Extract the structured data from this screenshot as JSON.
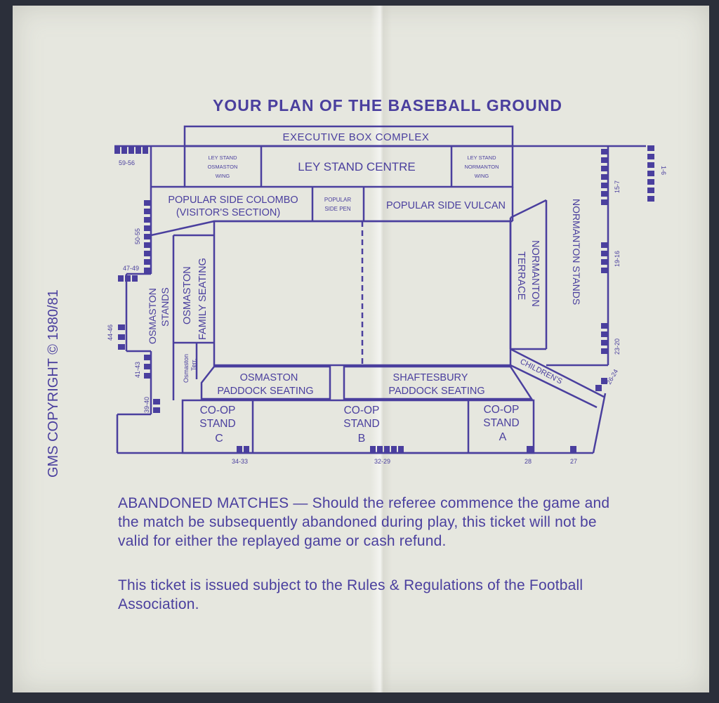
{
  "plan": {
    "title": "YOUR PLAN OF THE BASEBALL GROUND",
    "copyright": "GMS COPYRIGHT © 1980/81",
    "sections": {
      "executive": "EXECUTIVE BOX COMPLEX",
      "ley_osmaston": [
        "LEY STAND",
        "OSMASTON",
        "WING"
      ],
      "ley_centre": "LEY STAND CENTRE",
      "ley_normanton": [
        "LEY STAND",
        "NORMANTON",
        "WING"
      ],
      "colombo": [
        "POPULAR SIDE COLOMBO",
        "(VISITOR'S SECTION)"
      ],
      "side_pen": [
        "POPULAR",
        "SIDE PEN"
      ],
      "vulcan": "POPULAR SIDE VULCAN",
      "normanton_stands": "NORMANTON STANDS",
      "normanton_terrace": [
        "NORMANTON",
        "TERRACE"
      ],
      "osmaston_family": [
        "OSMASTON",
        "FAMILY SEATING"
      ],
      "osmaston_stands": [
        "OSMASTON",
        "STANDS"
      ],
      "osmaston_terr": [
        "Osmaston",
        "Terr."
      ],
      "osmaston_paddock": [
        "OSMASTON",
        "PADDOCK SEATING"
      ],
      "shaftesbury": [
        "SHAFTESBURY",
        "PADDOCK SEATING"
      ],
      "childrens": "CHILDREN'S",
      "coop_c": [
        "CO-OP",
        "STAND",
        "C"
      ],
      "coop_b": [
        "CO-OP",
        "STAND",
        "B"
      ],
      "coop_a": [
        "CO-OP",
        "STAND",
        "A"
      ]
    },
    "gates": {
      "g59_56": "59-56",
      "g50_55": "50-55",
      "g47_49": "47-49",
      "g44_46": "44-46",
      "g41_43": "41-43",
      "g39_40": "39-40",
      "g34_33": "34-33",
      "g32_29": "32-29",
      "g28": "28",
      "g27": "27",
      "g26_24": "26-24",
      "g23_20": "23-20",
      "g19_16": "19-16",
      "g15_7": "15-7",
      "g1_6": "1-6"
    }
  },
  "notice": {
    "abandoned": "ABANDONED MATCHES — Should the referee commence the game and the match be subsequently abandoned during play, this ticket will not be valid for either the replayed game or cash refund.",
    "rules": "This ticket is issued subject to the Rules & Regulations of the Football Association."
  }
}
